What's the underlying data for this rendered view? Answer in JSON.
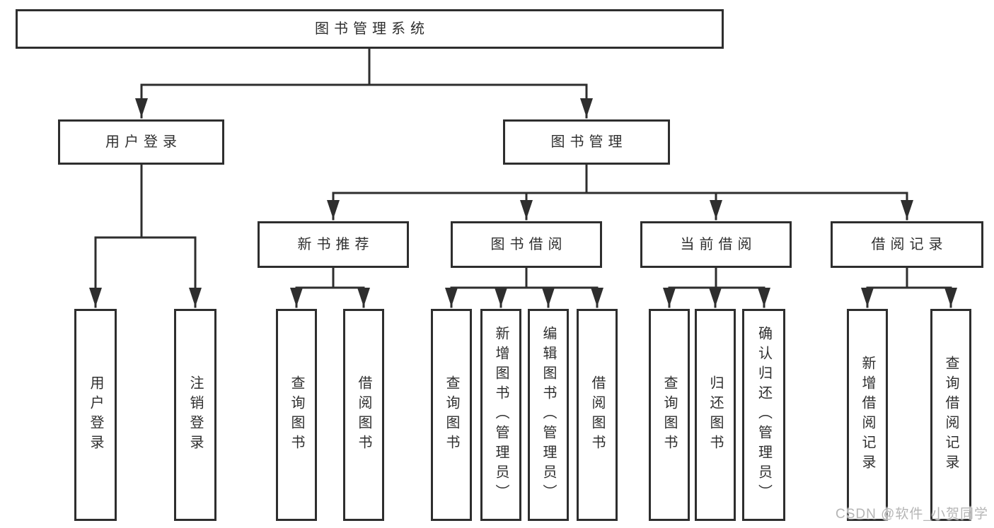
{
  "diagram": {
    "root": "图书管理系统",
    "level2": {
      "user_login": "用户登录",
      "book_management": "图书管理"
    },
    "level3": {
      "new_book_recommendation": "新书推荐",
      "book_borrowing": "图书借阅",
      "current_borrowing": "当前借阅",
      "borrowing_records": "借阅记录"
    },
    "leaves": {
      "user_login": "用户登录",
      "logout": "注销登录",
      "recommend_query_books": "查询图书",
      "recommend_borrow_books": "借阅图书",
      "borrowing_query_books": "查询图书",
      "borrowing_add_books": "新增图书（管理员）",
      "borrowing_edit_books": "编辑图书（管理员）",
      "borrowing_borrow_books": "借阅图书",
      "current_query_books": "查询图书",
      "current_return_books": "归还图书",
      "current_confirm_return": "确认归还（管理员）",
      "records_add_record": "新增借阅记录",
      "records_query_record": "查询借阅记录"
    }
  },
  "watermark": "CSDN @软件_小贺同学",
  "colors": {
    "line": "#2e2e2e",
    "text": "#2f2f2f",
    "watermark": "#b5b5b5",
    "background": "#ffffff"
  }
}
